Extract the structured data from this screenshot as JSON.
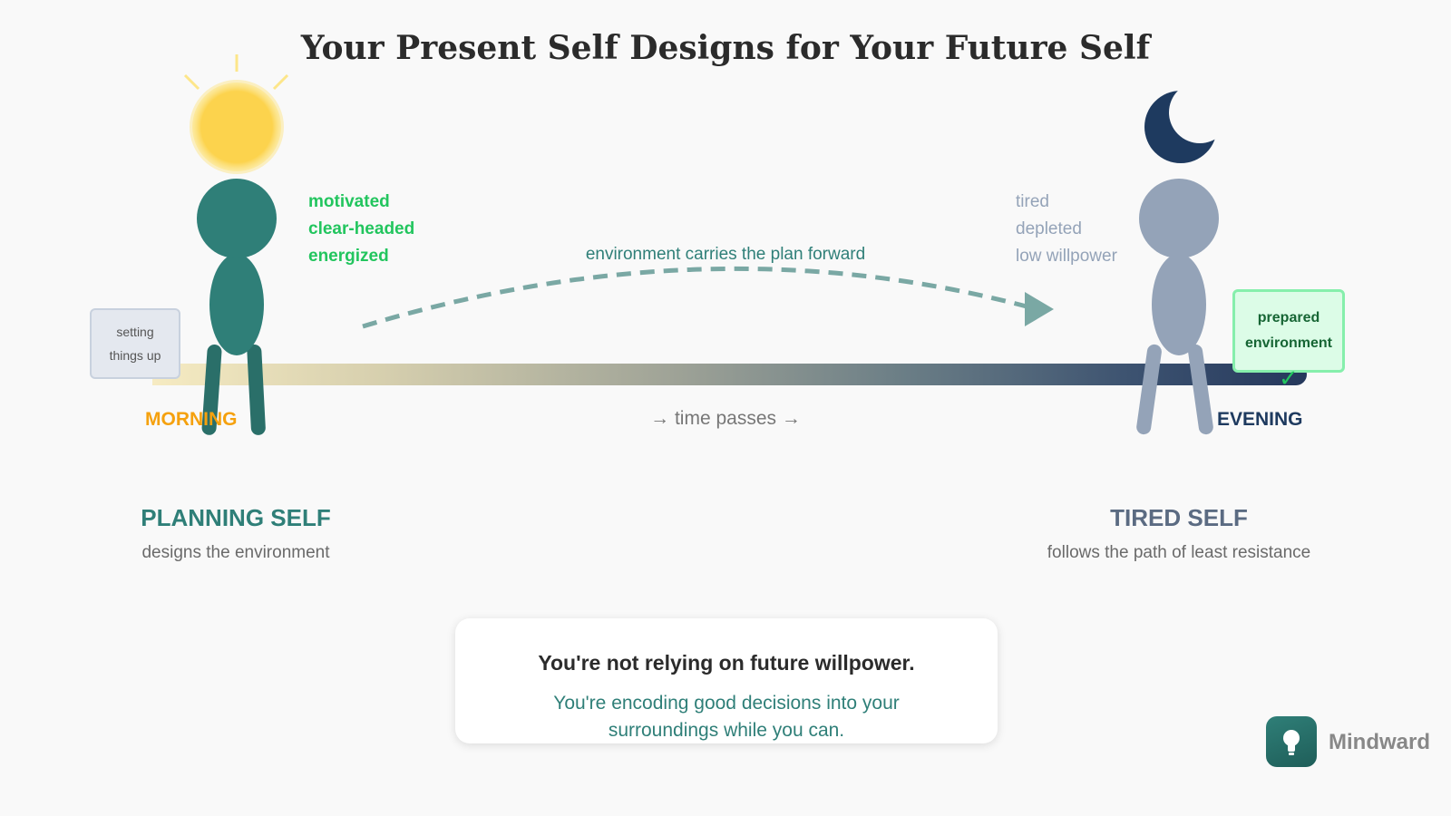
{
  "title": "Your Present Self Designs for Your Future Self",
  "left": {
    "traits": [
      "motivated",
      "clear-headed",
      "energized"
    ],
    "box_lines": [
      "setting",
      "things up"
    ],
    "time_label": "MORNING",
    "heading": "PLANNING SELF",
    "subheading": "designs the environment"
  },
  "right": {
    "traits": [
      "tired",
      "depleted",
      "low willpower"
    ],
    "box_lines": [
      "prepared",
      "environment"
    ],
    "time_label": "EVENING",
    "heading": "TIRED SELF",
    "subheading": "follows the path of least resistance"
  },
  "flow_label": "environment carries the plan forward",
  "time_passes": "→ time passes →",
  "callout": {
    "headline": "You're not relying on future willpower.",
    "body": "You're encoding good decisions into your surroundings while you can."
  },
  "brand": {
    "name": "Mindward"
  },
  "icons": {
    "sun": "sun-icon",
    "moon": "moon-icon",
    "check": "check-icon",
    "bulb": "lightbulb-icon"
  },
  "colors": {
    "teal": "#2f7f78",
    "green": "#22c55e",
    "slate": "#94a3b8",
    "navy": "#1e3a5f",
    "sun": "#fcd34d",
    "orange": "#f5a10e"
  }
}
